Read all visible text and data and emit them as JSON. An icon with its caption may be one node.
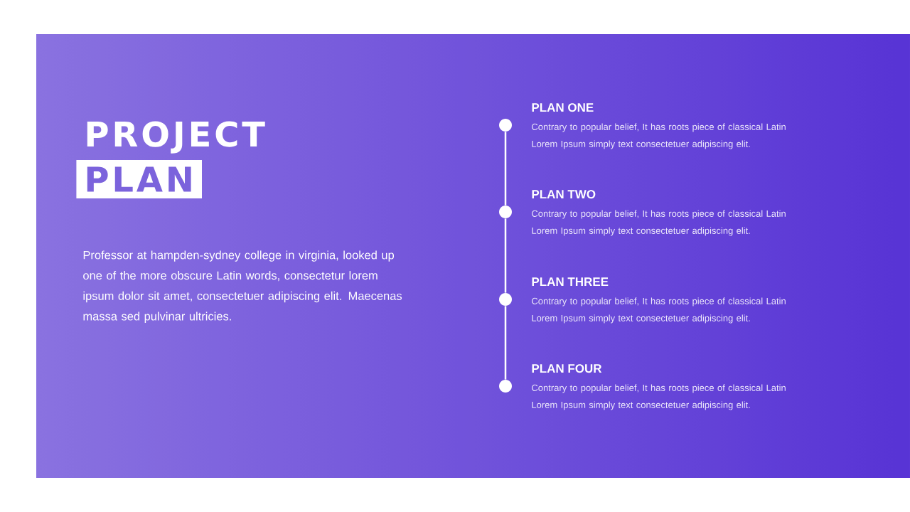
{
  "diagram": {
    "title": "PROJECT",
    "nodes": [
      {
        "text": [
          "PLAN"
        ]
      },
      {
        "text": [],
        "shape": "circle",
        "beside": [
          "PLAN ONE",
          "Contrary to popular belief, It has roots piece of classical Latin Lorem Ipsum simply text consectetuer adipiscing elit."
        ]
      },
      {
        "text": [],
        "shape": "circle",
        "beside": [
          "PLAN TWO",
          "Contrary to popular belief, It has roots piece of classical Latin Lorem Ipsum simply text consectetuer adipiscing elit."
        ]
      },
      {
        "text": [],
        "shape": "circle",
        "beside": [
          "PLAN THREE",
          "Contrary to popular belief, It has roots piece of classical Latin Lorem Ipsum simply text consectetuer adipiscing elit."
        ]
      },
      {
        "text": [],
        "shape": "circle",
        "beside": [
          "PLAN FOUR",
          "Contrary to popular belief, It has roots piece of classical Latin Lorem Ipsum simply text consectetuer adipiscing elit."
        ]
      }
    ],
    "edges": [
      {
        "from": 1,
        "to": 2,
        "arrow": "none"
      },
      {
        "from": 2,
        "to": 3,
        "arrow": "none"
      },
      {
        "from": 3,
        "to": 4,
        "arrow": "none"
      }
    ],
    "labels": [
      "Professor at hampden-sydney college in virginia, looked up one of the more obscure Latin words, consectetur lorem ipsum dolor sit amet, consectetuer adipiscing elit. Maecenas massa sed pulvinar ultricies."
    ]
  }
}
